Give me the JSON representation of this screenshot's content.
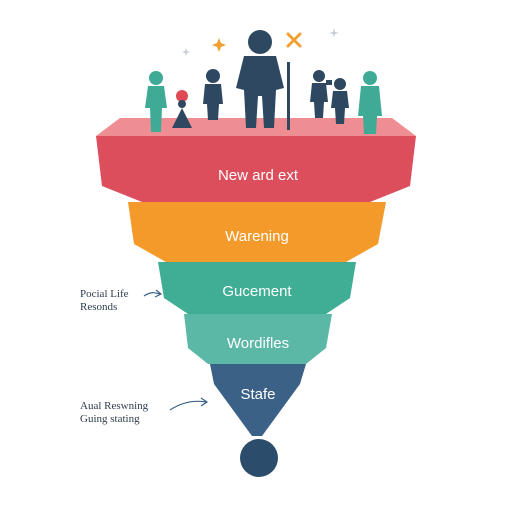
{
  "stages": [
    {
      "label": "New ard ext",
      "color": "#dd4e5d"
    },
    {
      "label": "Warening",
      "color": "#f49a2a"
    },
    {
      "label": "Gucement",
      "color": "#3fae95"
    },
    {
      "label": "Wordifles",
      "color": "#5bb7a6"
    },
    {
      "label": "Stafe",
      "color": "#3b6187"
    }
  ],
  "notes": {
    "left_top": {
      "line1": "Pocial Life",
      "line2": "Resonds"
    },
    "left_bottom": {
      "line1": "Aual Reswning",
      "line2": "Guing stating"
    }
  },
  "colors": {
    "rim": "#ee8e92",
    "ball": "#2c4c6c",
    "figure_teal": "#3faa95",
    "figure_navy": "#2f4862",
    "sparkle": "#f0a030"
  }
}
